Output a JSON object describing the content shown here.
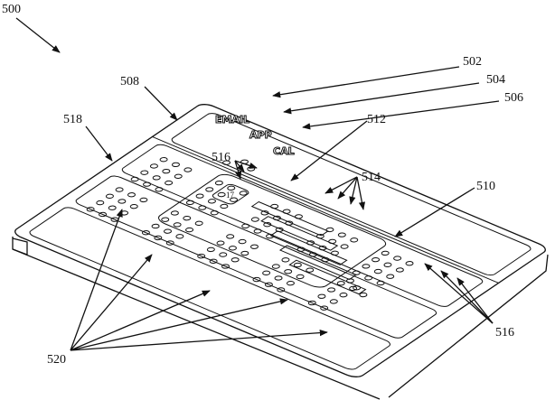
{
  "figure": {
    "reference_labels": {
      "figure": "500",
      "cover": "502",
      "app_label_email": "504",
      "app_label_cal": "506",
      "fold_line": "508",
      "display_window": "510",
      "calendar_icon": "512",
      "info_bars": "514",
      "indicators_top": "516",
      "indicators_right": "516",
      "segment": "518",
      "dot_indicators": "520"
    },
    "panel_labels": [
      "EMAIL",
      "APP",
      "CAL"
    ],
    "calendar_icon_day": "17"
  }
}
